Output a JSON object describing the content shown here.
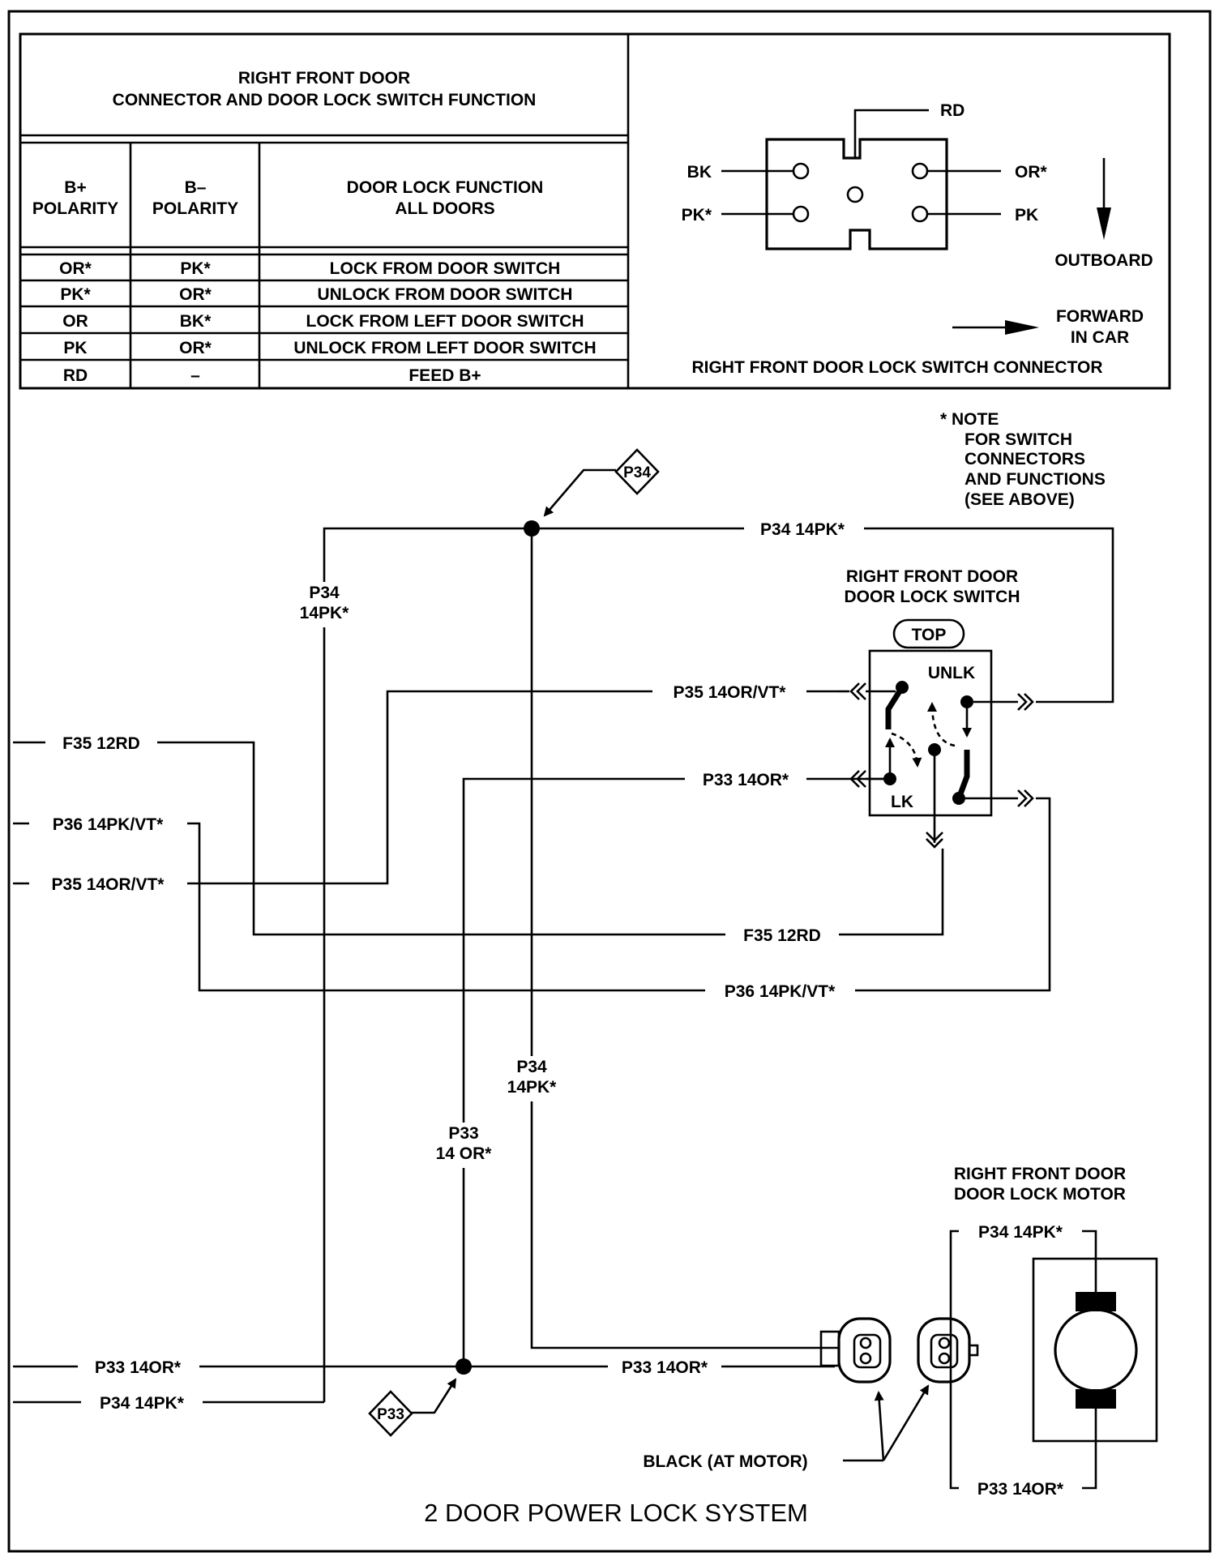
{
  "table": {
    "title_line1": "RIGHT FRONT DOOR",
    "title_line2": "CONNECTOR AND DOOR LOCK SWITCH FUNCTION",
    "col1_line1": "B+",
    "col1_line2": "POLARITY",
    "col2_line1": "B–",
    "col2_line2": "POLARITY",
    "col3_line1": "DOOR LOCK FUNCTION",
    "col3_line2": "ALL DOORS",
    "rows": [
      {
        "b_plus": "OR*",
        "b_minus": "PK*",
        "function": "LOCK FROM DOOR SWITCH"
      },
      {
        "b_plus": "PK*",
        "b_minus": "OR*",
        "function": "UNLOCK FROM DOOR SWITCH"
      },
      {
        "b_plus": "OR",
        "b_minus": "BK*",
        "function": "LOCK FROM LEFT DOOR SWITCH"
      },
      {
        "b_plus": "PK",
        "b_minus": "OR*",
        "function": "UNLOCK FROM LEFT DOOR SWITCH"
      },
      {
        "b_plus": "RD",
        "b_minus": "–",
        "function": "FEED B+"
      }
    ]
  },
  "connector_view": {
    "pin_top": "RD",
    "pin_left_top": "BK",
    "pin_left_bottom": "PK*",
    "pin_right_top": "OR*",
    "pin_right_bottom": "PK",
    "outboard": "OUTBOARD",
    "forward_line1": "FORWARD",
    "forward_line2": "IN CAR",
    "caption": "RIGHT FRONT DOOR LOCK SWITCH CONNECTOR"
  },
  "note": {
    "line1": "* NOTE",
    "line2": "FOR SWITCH",
    "line3": "CONNECTORS",
    "line4": "AND FUNCTIONS",
    "line5": "(SEE ABOVE)"
  },
  "splices": {
    "top": "P34",
    "bottom": "P33"
  },
  "switch": {
    "title_line1": "RIGHT FRONT DOOR",
    "title_line2": "DOOR LOCK SWITCH",
    "top_tag": "TOP",
    "unlock": "UNLK",
    "lock": "LK"
  },
  "motor": {
    "title_line1": "RIGHT FRONT DOOR",
    "title_line2": "DOOR LOCK MOTOR",
    "wire_top": "P34 14PK*",
    "wire_bottom": "P33 14OR*",
    "connector_label": "BLACK (AT MOTOR)"
  },
  "wires": {
    "p34_top_run": "P34 14PK*",
    "p34_left_vert_1": "P34",
    "p34_left_vert_2": "14PK*",
    "p35_switch": "P35 14OR/VT*",
    "p33_switch": "P33 14OR*",
    "f35_left": "F35 12RD",
    "p36_left": "P36 14PK/VT*",
    "p35_left": "P35 14OR/VT*",
    "f35_bottom": "F35 12RD",
    "p36_bottom": "P36 14PK/VT*",
    "p34_mid_vert_1": "P34",
    "p34_mid_vert_2": "14PK*",
    "p33_vert_1": "P33",
    "p33_vert_2": "14 OR*",
    "p33_left_bottom": "P33 14OR*",
    "p34_left_bottom": "P34 14PK*",
    "p33_to_motor": "P33 14OR*"
  },
  "footer_title": "2 DOOR POWER LOCK SYSTEM"
}
